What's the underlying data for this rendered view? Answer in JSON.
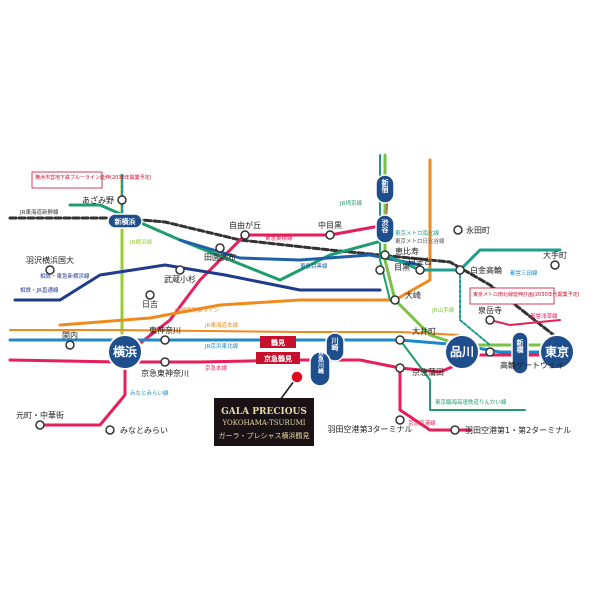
{
  "colors": {
    "tokyu_toyoko": "#e61e5a",
    "yokohama_line": "#9acd32",
    "keihin_tohoku": "#1e88c8",
    "tokaido": "#f08a1e",
    "yamanote": "#7ac043",
    "keikyu": "#1e8bc3",
    "tokyu_meguro": "#1e5fa8",
    "sotetsu": "#1e3b8c",
    "hub": "#1e4e8c",
    "brand": "#8b1a2a"
  },
  "hubs": {
    "yokohama": "横浜",
    "shinagawa": "品川",
    "tokyo": "東京",
    "shinyokohama": "新横浜",
    "shinjuku": "新宿",
    "shibuya": "渋谷",
    "kawasaki": "川崎",
    "keikyu_kawasaki": "京急川崎",
    "takanawa": "高輪ゲートウェイ",
    "shinbashi": "新橋"
  },
  "stations": {
    "azamino": "あざみ野",
    "jiyugaoka": "自由が丘",
    "nakameguro": "中目黒",
    "ebisu": "恵比寿",
    "meguro": "目黒",
    "shirokanedai": "白金台",
    "shirokanetakanawa": "白金高輪",
    "otemachi": "大手町",
    "nagatacho": "永田町",
    "denenchofu": "田園調布",
    "musashikosugi": "武蔵小杉",
    "hiyoshi": "日吉",
    "higashikanagawa": "東神奈川",
    "keikyuhigashikanagawa": "京急東神奈川",
    "kannai": "関内",
    "motomachi": "元町・中華街",
    "minatomirai": "みなとみらい",
    "oimachi": "大井町",
    "osaki": "大崎",
    "keikyukamata": "京急蒲田",
    "sengakuji": "泉岳寺",
    "haneda3": "羽田空港第3ターミナル",
    "haneda12": "羽田空港第1・第2ターミナル",
    "hazawa": "羽沢横浜国大",
    "tsurumi": "鶴見",
    "keikyutsurumi": "京急鶴見"
  },
  "line_labels": {
    "jr_tokaido_shinkansen": "JR東海道新幹線",
    "jr_yokohama": "JR横浜線",
    "tokyu_toyoko": "東急東横線",
    "tokyu_meguro": "東急目黒線",
    "sotetsu_shinyoko": "相鉄・東急新横浜線",
    "sotetsu_jr": "相鉄・JR直通線",
    "jr_shonan": "JR湘南新宿ライン",
    "jr_tokaido_main": "JR東海道本線",
    "jr_keihin": "JR京浜東北線",
    "keikyu_main": "京急本線",
    "keikyu_airport": "京急空港線",
    "minatomirai_line": "みなとみらい線",
    "jr_yamanote": "JR山手線",
    "jr_saikyo": "JR埼京線",
    "metro_namboku": "東京メトロ南北線",
    "metro_hibiya": "東京メトロ日比谷線",
    "toei_mita": "都営三田線",
    "toei_asakusa": "都営浅草線",
    "rinkai": "東京臨海高速鉄道りんかい線",
    "blue_line_ext": "横浜市営地下鉄ブルーライン延伸(2030年開業予定)",
    "namboku_ext": "東京メトロ南北線延伸計画(2030年代開業予定)"
  },
  "logo": {
    "line1": "GALA PRECIOUS",
    "line2": "YOKOHAMA-TSURUMI",
    "line3": "ガーラ・プレシャス横浜鶴見"
  }
}
